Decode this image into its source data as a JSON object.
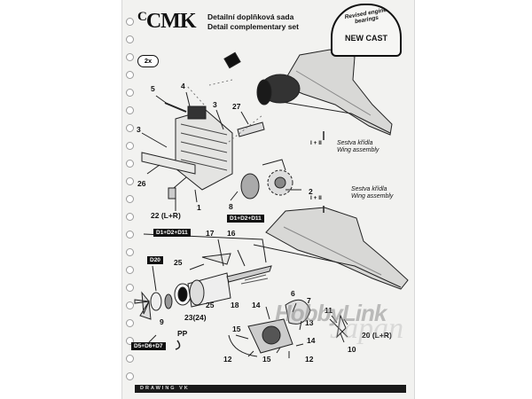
{
  "header": {
    "logo": "CMK",
    "title_cz": "Detailní doplňková sada",
    "title_en": "Detail complementary set",
    "badge_arc": "Revised engine bearings",
    "badge_main": "NEW CAST"
  },
  "quantity_tag": "2x",
  "wing_labels": {
    "top": {
      "symbol": "I + II",
      "cz": "Sestva křídla",
      "en": "Wing assembly"
    },
    "mid": {
      "symbol": "I + II",
      "cz": "Sestva křídla",
      "en": "Wing assembly"
    }
  },
  "part_numbers": {
    "p5": "5",
    "p4": "4",
    "p3a": "3",
    "p27": "27",
    "p3b": "3",
    "p26": "26",
    "p22": "22 (L+R)",
    "p1": "1",
    "p8": "8",
    "p2": "2",
    "p17": "17",
    "p16": "16",
    "p25a": "25",
    "p25b": "25",
    "p18": "18",
    "p14a": "14",
    "p6": "6",
    "p7": "7",
    "p13": "13",
    "p15a": "15",
    "p14b": "14",
    "p15b": "15",
    "p12a": "12",
    "p12b": "12",
    "p9": "9",
    "p23": "23(24)",
    "pp": "PP",
    "p11": "11",
    "p20": "20 (L+R)",
    "p10": "10"
  },
  "boxed_labels": {
    "b1": "D1+D2+D11",
    "b2": "D1+D2+D11",
    "b3": "D20",
    "b4": "D5+D6+D7"
  },
  "footer": "DRAWING VK",
  "watermark": {
    "line1": "HobbyLink",
    "line2": "Japan"
  }
}
